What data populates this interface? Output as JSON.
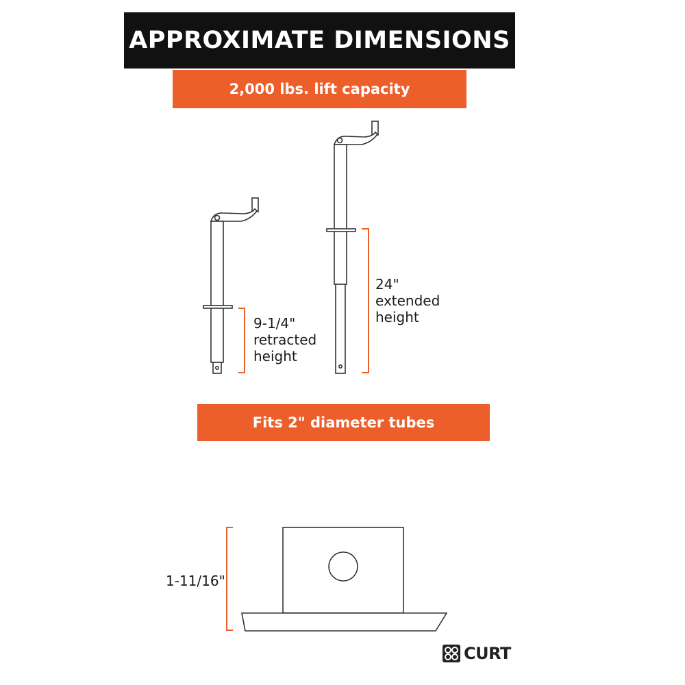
{
  "header": {
    "title": "APPROXIMATE DIMENSIONS"
  },
  "capacity_banner": {
    "text": "2,000 lbs. lift capacity"
  },
  "retracted": {
    "line1": "9-1/4\"",
    "line2": "retracted",
    "line3": "height"
  },
  "extended": {
    "line1": "24\"",
    "line2": "extended",
    "line3": "height"
  },
  "tube_banner": {
    "text": "Fits 2\" diameter tubes"
  },
  "base": {
    "label": "1-11/16\""
  },
  "brand": {
    "name": "CURT",
    "logo_icon": "curt-logo-icon"
  },
  "colors": {
    "accent": "#ec5f2a",
    "header_bg": "#111111",
    "line": "#333333"
  }
}
